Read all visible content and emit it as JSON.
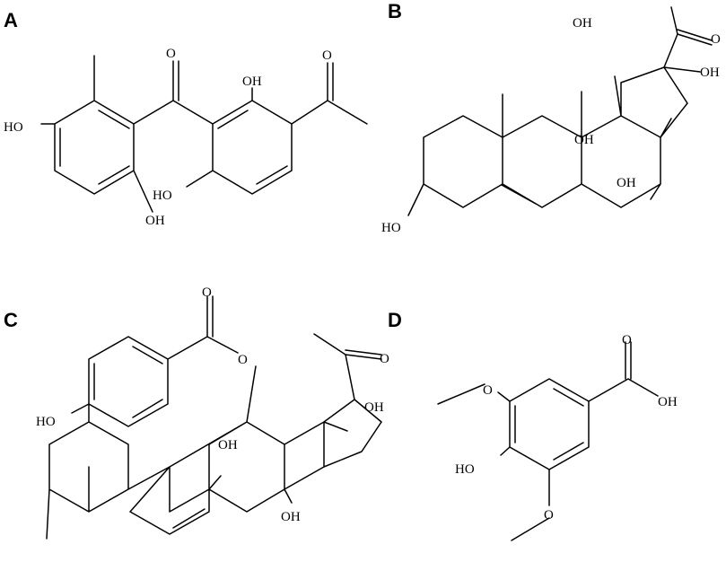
{
  "panels": {
    "a": {
      "letter": "A",
      "labels": {
        "ho_left": "HO",
        "oh_bottom": "OH",
        "o_ketone": "O",
        "oh_top": "OH",
        "o_acetyl": "O",
        "ho_mid": "HO"
      }
    },
    "b": {
      "letter": "B",
      "labels": {
        "o_acetyl": "O",
        "oh_c12": "OH",
        "oh_c17": "OH",
        "oh_c8": "OH",
        "oh_c14": "OH",
        "ho_c3": "HO"
      }
    },
    "c": {
      "letter": "C",
      "labels": {
        "o_ester": "O",
        "o_link": "O",
        "ho_phenol": "HO",
        "o_acetyl": "O",
        "oh_c17": "OH",
        "oh_c8": "OH",
        "oh_c14": "OH"
      }
    },
    "d": {
      "letter": "D",
      "labels": {
        "o_carbonyl": "O",
        "oh_acid": "OH",
        "o_methoxy_top": "O",
        "ho_phenol": "HO",
        "o_methoxy_bottom": "O"
      }
    }
  }
}
